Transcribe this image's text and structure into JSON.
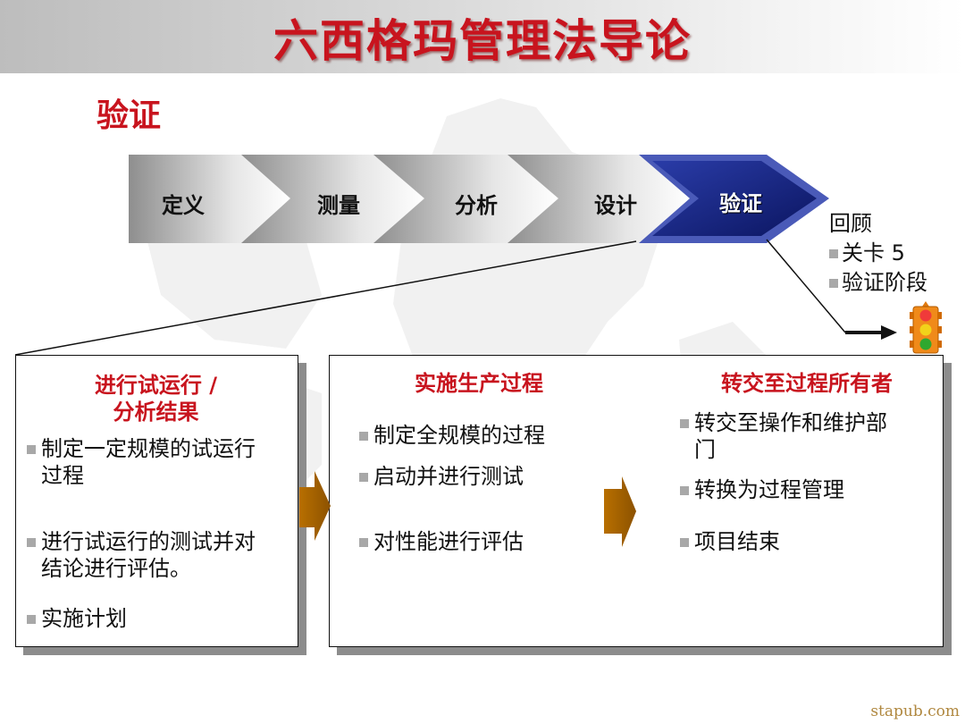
{
  "slide": {
    "title": "六西格玛管理法导论",
    "subtitle": "验证",
    "watermark": "stapub.com"
  },
  "process": {
    "steps": [
      {
        "label": "定义",
        "active": false
      },
      {
        "label": "测量",
        "active": false
      },
      {
        "label": "分析",
        "active": false
      },
      {
        "label": "设计",
        "active": false
      },
      {
        "label": "验证",
        "active": true
      }
    ],
    "colors": {
      "inactive_dark": "#8e8e8e",
      "inactive_light": "#f2f2f2",
      "active": "#1a2a8c",
      "active_dark": "#0b1560"
    }
  },
  "review": {
    "heading": "回顾",
    "items": [
      "关卡 5",
      "验证阶段"
    ],
    "icon": "traffic-light-icon"
  },
  "panels": {
    "left": {
      "heading_line1": "进行试运行 /",
      "heading_line2": "分析结果",
      "bullets": [
        {
          "line1": "制定一定规模的试运行",
          "line2": "过程"
        },
        {
          "line1": "进行试运行的测试并对",
          "line2": "结论进行评估。"
        },
        {
          "line1": "实施计划",
          "line2": ""
        }
      ]
    },
    "middle": {
      "heading": "实施生产过程",
      "bullets": [
        "制定全规模的过程",
        "启动并进行测试",
        "对性能进行评估"
      ]
    },
    "right": {
      "heading": "转交至过程所有者",
      "bullets": [
        {
          "line1": "转交至操作和维护部",
          "line2": "门"
        },
        {
          "line1": "转换为过程管理",
          "line2": ""
        },
        {
          "line1": "项目结束",
          "line2": ""
        }
      ]
    }
  },
  "colors": {
    "heading_red": "#c8141e",
    "arrow_brown": "#b06a00",
    "bullet_gray": "#a8a8a8",
    "shadow_gray": "#8c8c8c"
  }
}
